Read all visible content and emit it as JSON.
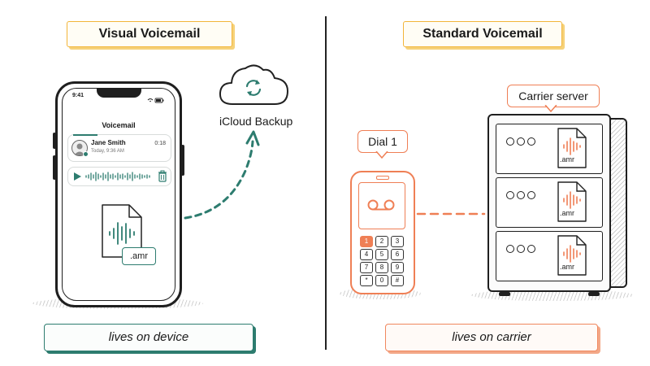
{
  "left": {
    "title": "Visual Voicemail",
    "phone": {
      "time": "9:41",
      "status_icons": "wifi-battery",
      "app_title": "Voicemail",
      "message": {
        "name": "Jane Smith",
        "when": "Today, 9:36 AM",
        "duration": "0:18"
      },
      "file_label": ".amr"
    },
    "cloud_label": "iCloud Backup",
    "footer": "lives on device"
  },
  "right": {
    "title": "Standard Voicemail",
    "callout": "Dial 1",
    "server_label": "Carrier server",
    "keypad": [
      "1",
      "2",
      "3",
      "4",
      "5",
      "6",
      "7",
      "8",
      "9",
      "*",
      "0",
      "#"
    ],
    "file_labels": [
      ".amr",
      ".amr",
      ".amr"
    ],
    "footer": "lives on carrier"
  },
  "colors": {
    "teal": "#2d7c6f",
    "orange": "#ef7f55",
    "yellow": "#f2b53a",
    "ink": "#1f1f1f"
  }
}
